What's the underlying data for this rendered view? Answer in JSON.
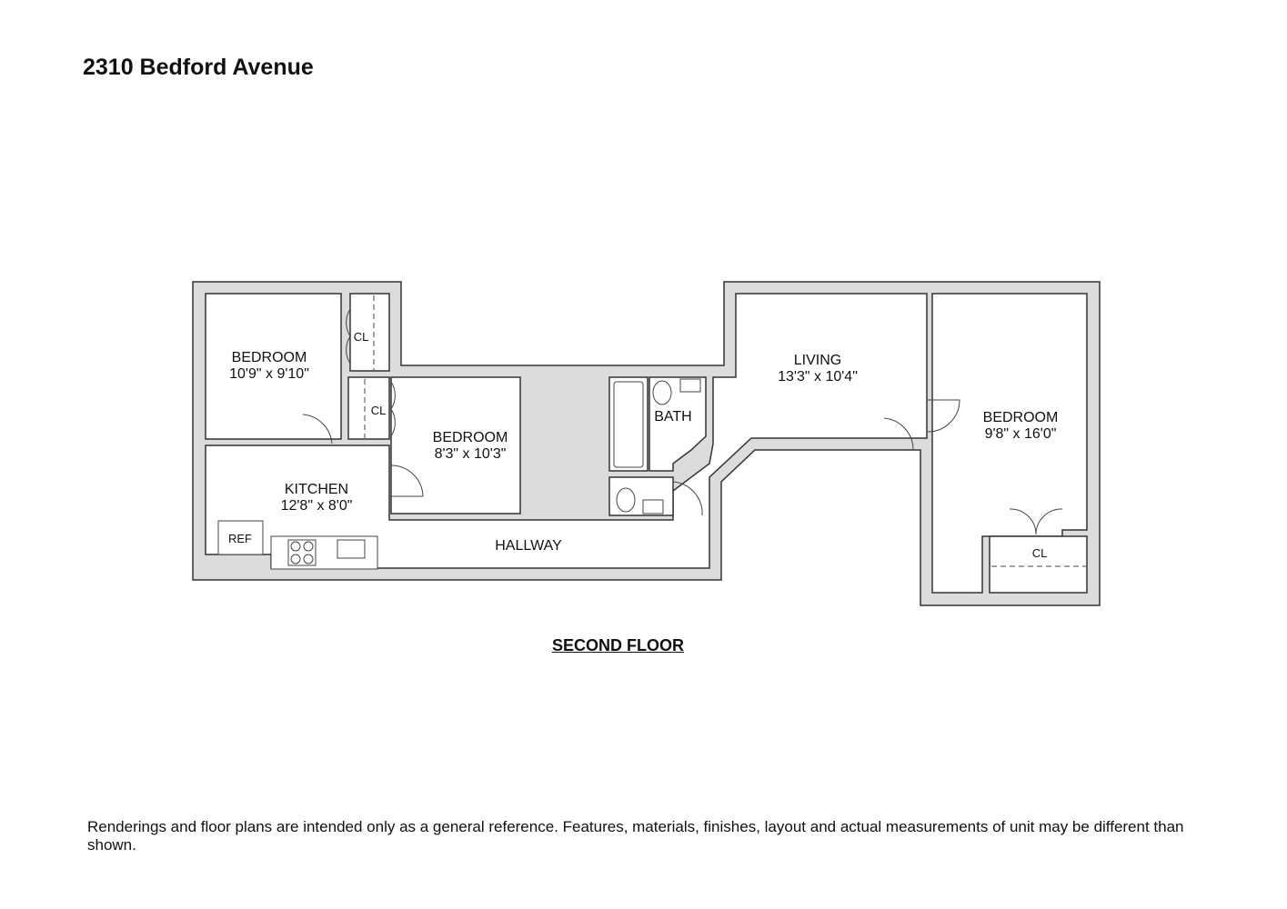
{
  "title": "2310 Bedford Avenue",
  "floor_label": "SECOND FLOOR",
  "disclaimer": "Renderings and floor plans are intended only as a general reference. Features, materials, finishes, layout and actual measurements of unit may be different than shown.",
  "rooms": {
    "bedroom1": {
      "name": "BEDROOM",
      "size": "10'9\" x 9'10\""
    },
    "bedroom2": {
      "name": "BEDROOM",
      "size": "8'3\" x 10'3\""
    },
    "bedroom3": {
      "name": "BEDROOM",
      "size": "9'8\" x 16'0\""
    },
    "kitchen": {
      "name": "KITCHEN",
      "size": "12'8\" x 8'0\""
    },
    "living": {
      "name": "LIVING",
      "size": "13'3\" x 10'4\""
    },
    "bath": {
      "name": "BATH"
    },
    "hallway": {
      "name": "HALLWAY"
    },
    "closet": "CL",
    "ref": "REF"
  }
}
